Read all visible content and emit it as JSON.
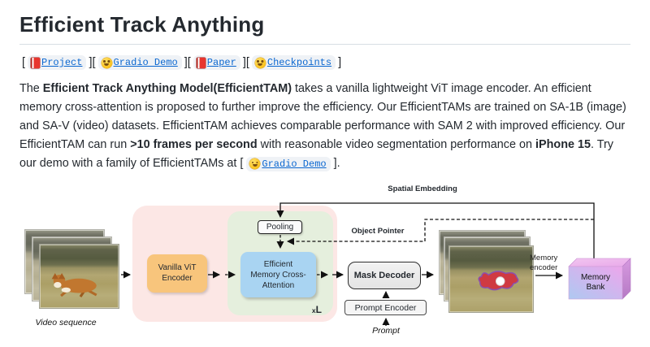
{
  "header": {
    "title": "Efficient Track Anything"
  },
  "nav": {
    "bracket_open": "[",
    "bracket_separator": "][",
    "bracket_close": "]",
    "links": [
      {
        "label": "Project",
        "icon": "red-book"
      },
      {
        "label": "Gradio Demo",
        "icon": "hugging-face"
      },
      {
        "label": "Paper",
        "icon": "red-book"
      },
      {
        "label": "Checkpoints",
        "icon": "hugging-face"
      }
    ]
  },
  "intro": {
    "segments": [
      {
        "text": "The ",
        "style": "normal"
      },
      {
        "text": "Efficient Track Anything Model(EfficientTAM)",
        "style": "bold"
      },
      {
        "text": " takes a vanilla lightweight ViT image encoder. An efficient memory cross-attention is proposed to further improve the efficiency. Our EfficientTAMs are trained on SA-1B (image) and SA-V (video) datasets. EfficientTAM achieves comparable performance with SAM 2 with improved efficiency. Our EfficientTAM can run ",
        "style": "normal"
      },
      {
        "text": ">10 frames per second",
        "style": "bold"
      },
      {
        "text": " with reasonable video segmentation performance on ",
        "style": "normal"
      },
      {
        "text": "iPhone 15",
        "style": "bold"
      },
      {
        "text": ". Try our demo with a family of EfficientTAMs at [ ",
        "style": "normal"
      },
      {
        "text": "Gradio Demo",
        "style": "chip-link",
        "icon": "hugging-face"
      },
      {
        "text": " ].",
        "style": "normal"
      }
    ]
  },
  "diagram": {
    "labels": {
      "spatial_embedding": "Spatial Embedding",
      "object_pointer": "Object Pointer",
      "video_sequence": "Video sequence",
      "prompt": "Prompt",
      "memory_encoder": [
        "Memory",
        "encoder"
      ],
      "layers_small": "x",
      "layers_big": "L"
    },
    "nodes": {
      "vit_encoder": [
        "Vanilla ViT",
        "Encoder"
      ],
      "pooling": "Pooling",
      "cross_attention": [
        "Efficient",
        "Memory Cross-",
        "Attention"
      ],
      "mask_decoder": "Mask Decoder",
      "prompt_encoder": "Prompt Encoder",
      "memory_bank": [
        "Memory",
        "Bank"
      ]
    }
  },
  "colors": {
    "text_dark": "#24292f",
    "link_blue": "#0b67d0",
    "chip_bg": "#eff2f6",
    "panel_pink": "#fce7e5",
    "panel_green": "#e5efdd",
    "vit_orange": "#f8c57c",
    "attention_blue": "#a9d4f2",
    "box_gray": "#e4e4e4",
    "bank_blue": "#aec9f1",
    "bank_pink": "#eda6ec",
    "bank_side": "#c58bd0",
    "bank_top": "#f2c6f0",
    "mask_red": "#cf3a42",
    "mask_outline": "#8a50ae"
  }
}
